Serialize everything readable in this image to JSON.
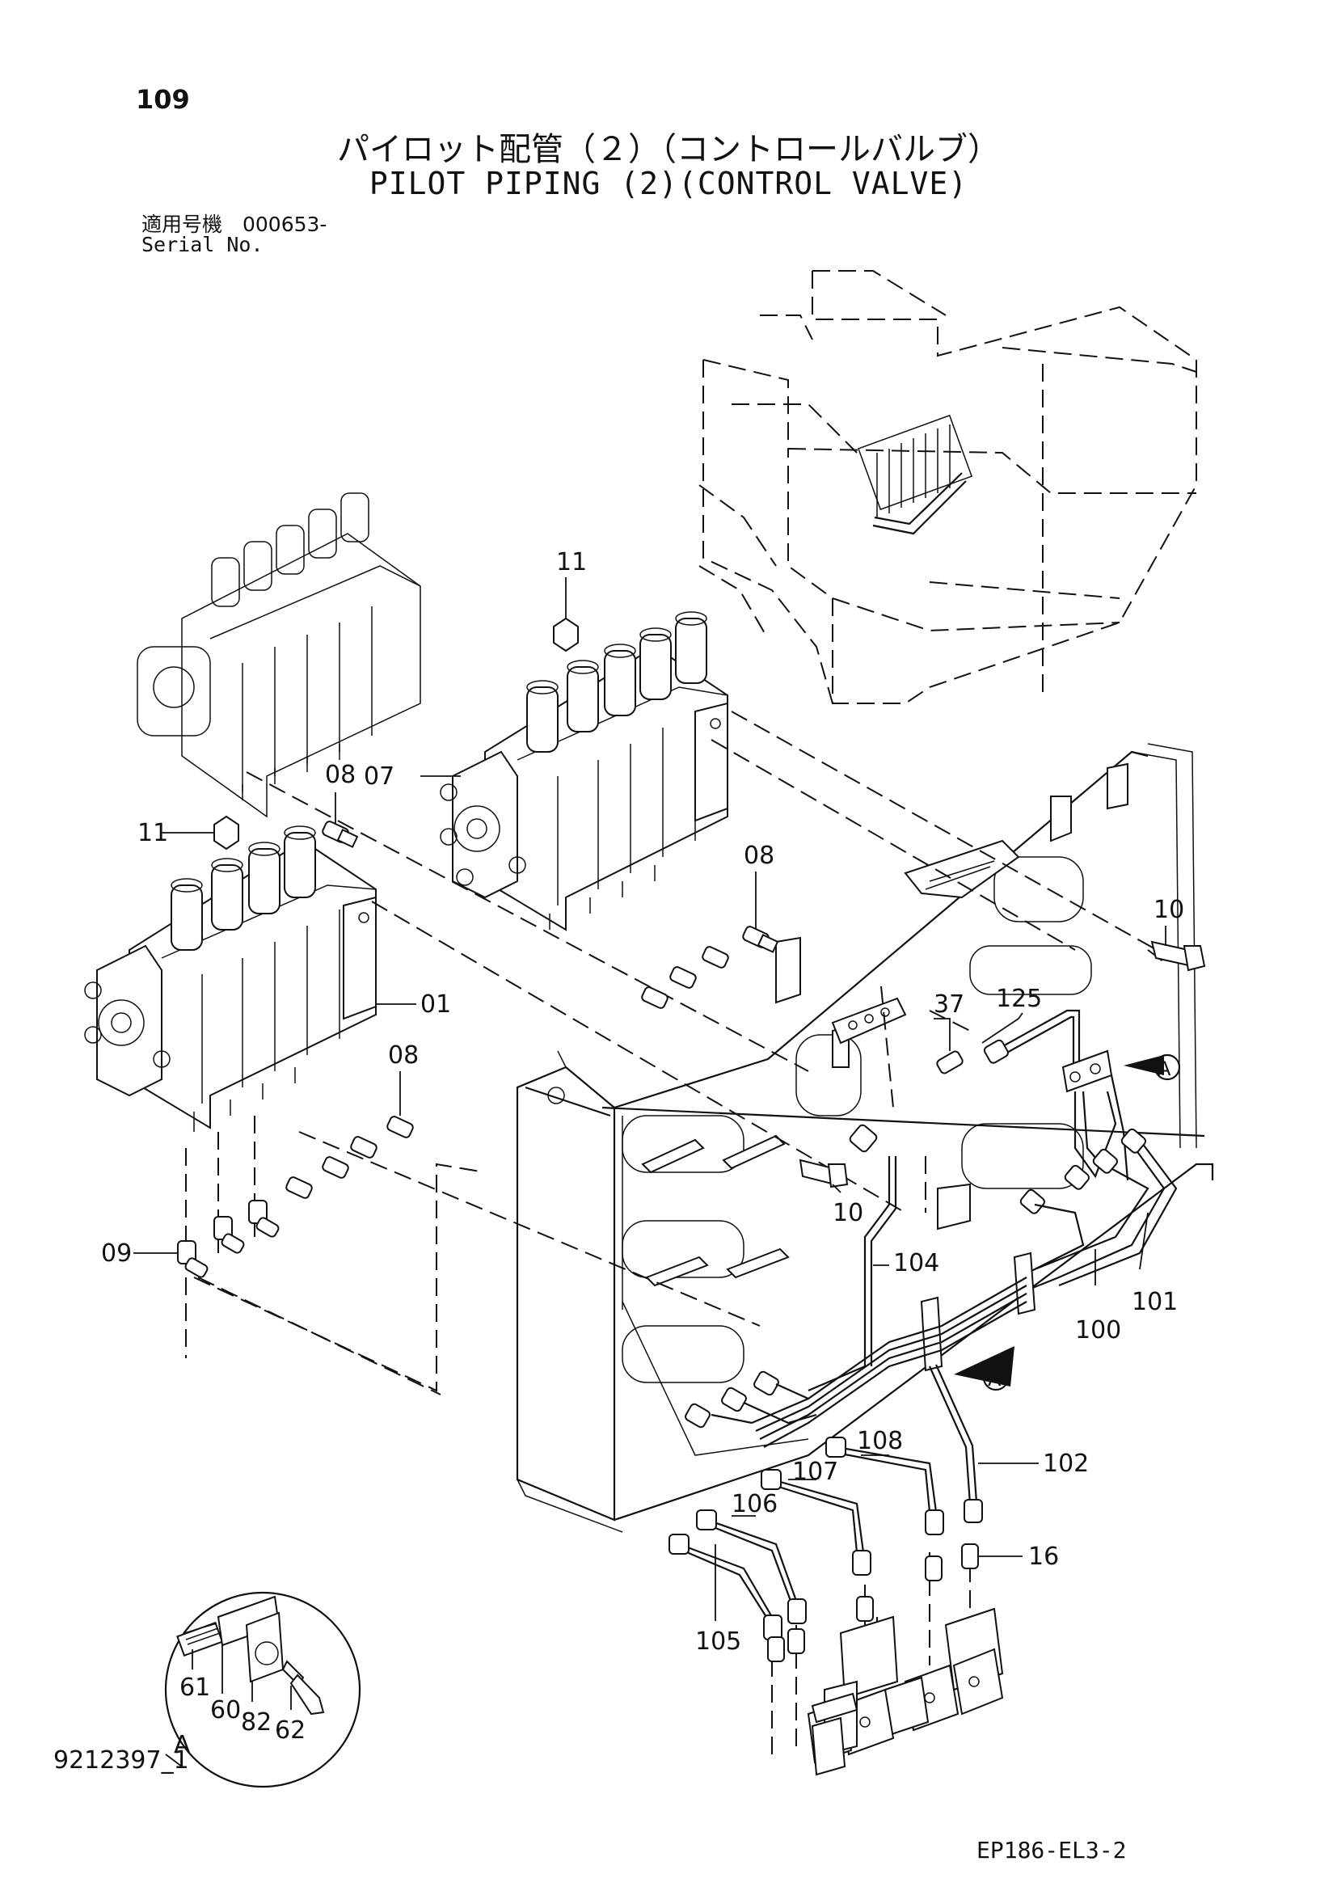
{
  "header": {
    "page_number": "109",
    "title_jp": "パイロット配管（２）（コントロールバルブ）",
    "title_en": "PILOT PIPING (2)(CONTROL VALVE)",
    "serial_label_jp": "適用号機　000653-",
    "serial_label_en": "Serial No."
  },
  "footer": {
    "doc_id": "9212397_1",
    "ref_id": "EP186-EL3-2"
  },
  "callouts": {
    "c11a": "11",
    "c11b": "11",
    "c08a": "08",
    "c08b": "08",
    "c08c": "08",
    "c07": "07",
    "c01": "01",
    "c09": "09",
    "c10a": "10",
    "c10b": "10",
    "c125": "125",
    "c37": "37",
    "cA1": "A",
    "cA2": "A",
    "c104": "104",
    "c101": "101",
    "c100": "100",
    "c102": "102",
    "c108": "108",
    "c107": "107",
    "c106": "106",
    "c105": "105",
    "c16": "16",
    "c61": "61",
    "c60": "60",
    "c82": "82",
    "c62": "62",
    "cA3": "A"
  },
  "icons": {
    "detail_marker": "triangle-arrow-icon",
    "bolt": "bolt-icon",
    "fitting": "fitting-icon"
  }
}
